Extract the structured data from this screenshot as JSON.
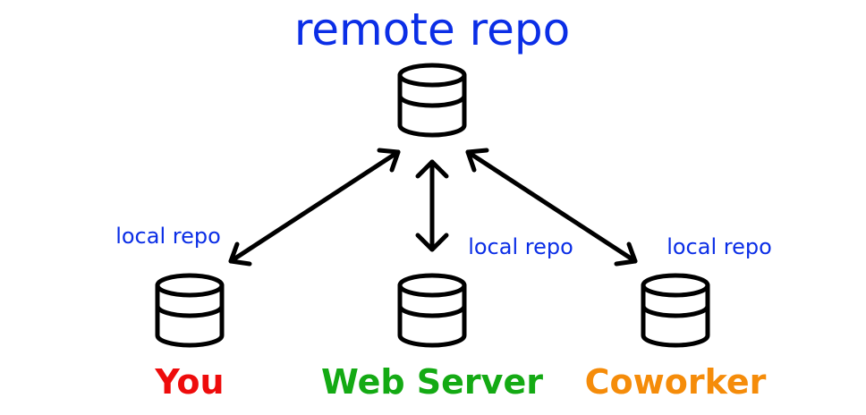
{
  "diagram": {
    "title": "remote repo",
    "local_label": "local repo",
    "nodes": {
      "you": "You",
      "web_server": "Web Server",
      "coworker": "Coworker"
    },
    "colors": {
      "title": "#0b2ee6",
      "local_label": "#0b2ee6",
      "you": "#ee0c0c",
      "web_server": "#14aa14",
      "coworker": "#f58c0a",
      "lines": "#000000"
    },
    "icons": [
      "database-icon"
    ]
  }
}
